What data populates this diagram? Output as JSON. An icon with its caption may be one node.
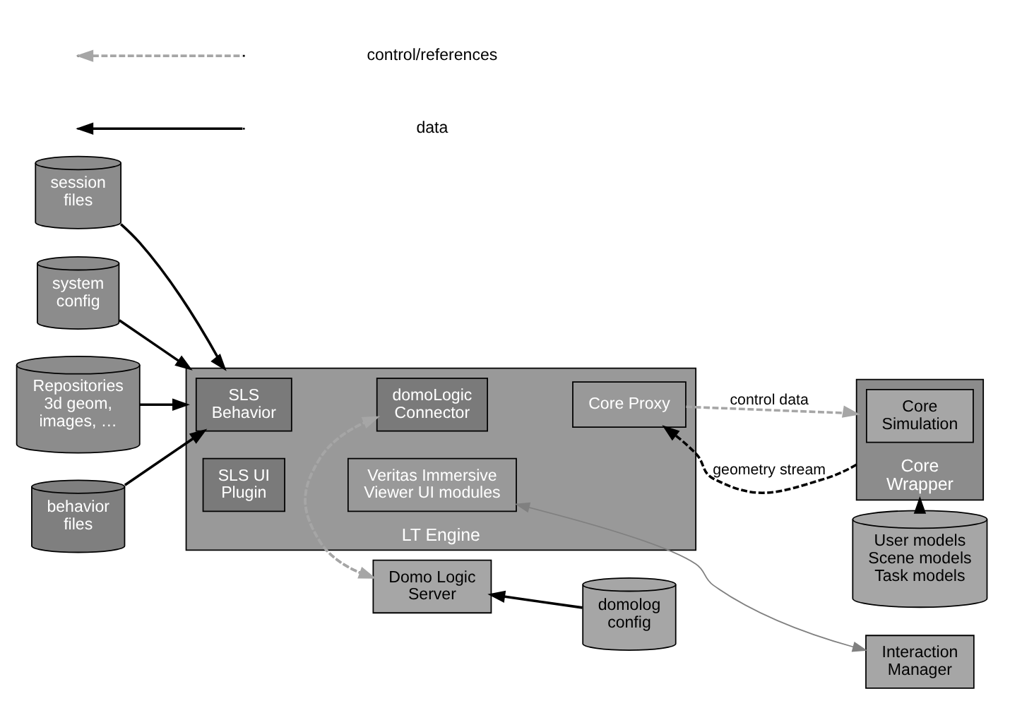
{
  "diagram": {
    "nodes": [
      {
        "text": [
          "Domo Logic Server"
        ]
      },
      {
        "text": [
          "domolog config"
        ]
      },
      {
        "text": [
          "User models Scene models Task models"
        ]
      },
      {
        "text": [
          "behavior files"
        ]
      },
      {
        "text": [
          "session files"
        ]
      },
      {
        "text": [
          "system config"
        ]
      },
      {
        "text": [
          "Repositories 3d geom, images, …"
        ]
      },
      {
        "text": [
          "LT Engine"
        ]
      },
      {
        "text": [
          "SLS Behavior"
        ],
        "in": 7
      },
      {
        "text": [
          "domoLogic Connector"
        ],
        "in": 7
      },
      {
        "text": [
          "Core Proxy"
        ],
        "in": 7
      },
      {
        "text": [
          "SLS UI Plugin"
        ],
        "in": 7
      },
      {
        "text": [
          "Veritas Immersive Viewer UI modules"
        ],
        "in": 7
      },
      {
        "text": [
          "Core Wrapper"
        ]
      },
      {
        "text": [
          "Core Simulation"
        ],
        "in": 13
      },
      {
        "text": [
          "Interaction Manager"
        ]
      }
    ],
    "edges": [
      {
        "from": 1,
        "to": 0,
        "arrow": "to"
      },
      {
        "from": 9,
        "to": 0,
        "arrow": "to",
        "style": "dashed",
        "color": "#a6a6a6"
      },
      {
        "from": 0,
        "to": 9,
        "arrow": "to",
        "style": "dashed",
        "color": "#a6a6a6"
      },
      {
        "from": 2,
        "to": 13,
        "arrow": "to"
      },
      {
        "from": 3,
        "to": 8,
        "arrow": "to"
      },
      {
        "from": 4,
        "to": 7,
        "arrow": "to"
      },
      {
        "from": 5,
        "to": 7,
        "arrow": "to"
      },
      {
        "from": 6,
        "to": 7,
        "arrow": "to"
      },
      {
        "from": 10,
        "to": 13,
        "arrow": "to",
        "label": "control data",
        "style": "dashed",
        "color": "#a6a6a6"
      },
      {
        "from": 13,
        "to": 10,
        "arrow": "to",
        "label": "geometry stream",
        "style": "dashed"
      },
      {
        "from": 15,
        "to": 12,
        "arrow": "both",
        "color": "#808080"
      }
    ],
    "legend": [
      {
        "text": "control/references"
      },
      {
        "text": "data"
      }
    ]
  }
}
